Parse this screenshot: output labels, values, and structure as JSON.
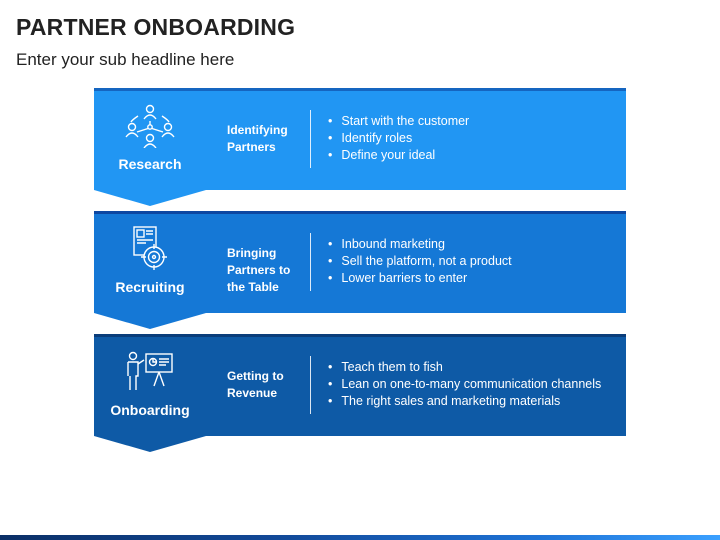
{
  "header": {
    "title": "PARTNER ONBOARDING",
    "subtitle": "Enter your sub headline here"
  },
  "colors": {
    "stage1": "#2196F3",
    "stage1_line": "#1565C0",
    "stage2": "#1578D6",
    "stage2_line": "#0D47A1",
    "stage3": "#0E5AA6",
    "stage3_line": "#0A3D7A"
  },
  "stages": [
    {
      "label": "Research",
      "icon": "team-network-icon",
      "subtitle": "Identifying Partners",
      "bullets": [
        "Start with the customer",
        "Identify roles",
        "Define your ideal"
      ]
    },
    {
      "label": "Recruiting",
      "icon": "target-profile-icon",
      "subtitle": "Bringing Partners to the Table",
      "bullets": [
        "Inbound marketing",
        "Sell the platform, not a product",
        "Lower barriers to enter"
      ]
    },
    {
      "label": "Onboarding",
      "icon": "presenter-board-icon",
      "subtitle": "Getting to Revenue",
      "bullets": [
        "Teach them to fish",
        "Lean on one-to-many communication channels",
        "The right sales and marketing materials"
      ]
    }
  ]
}
